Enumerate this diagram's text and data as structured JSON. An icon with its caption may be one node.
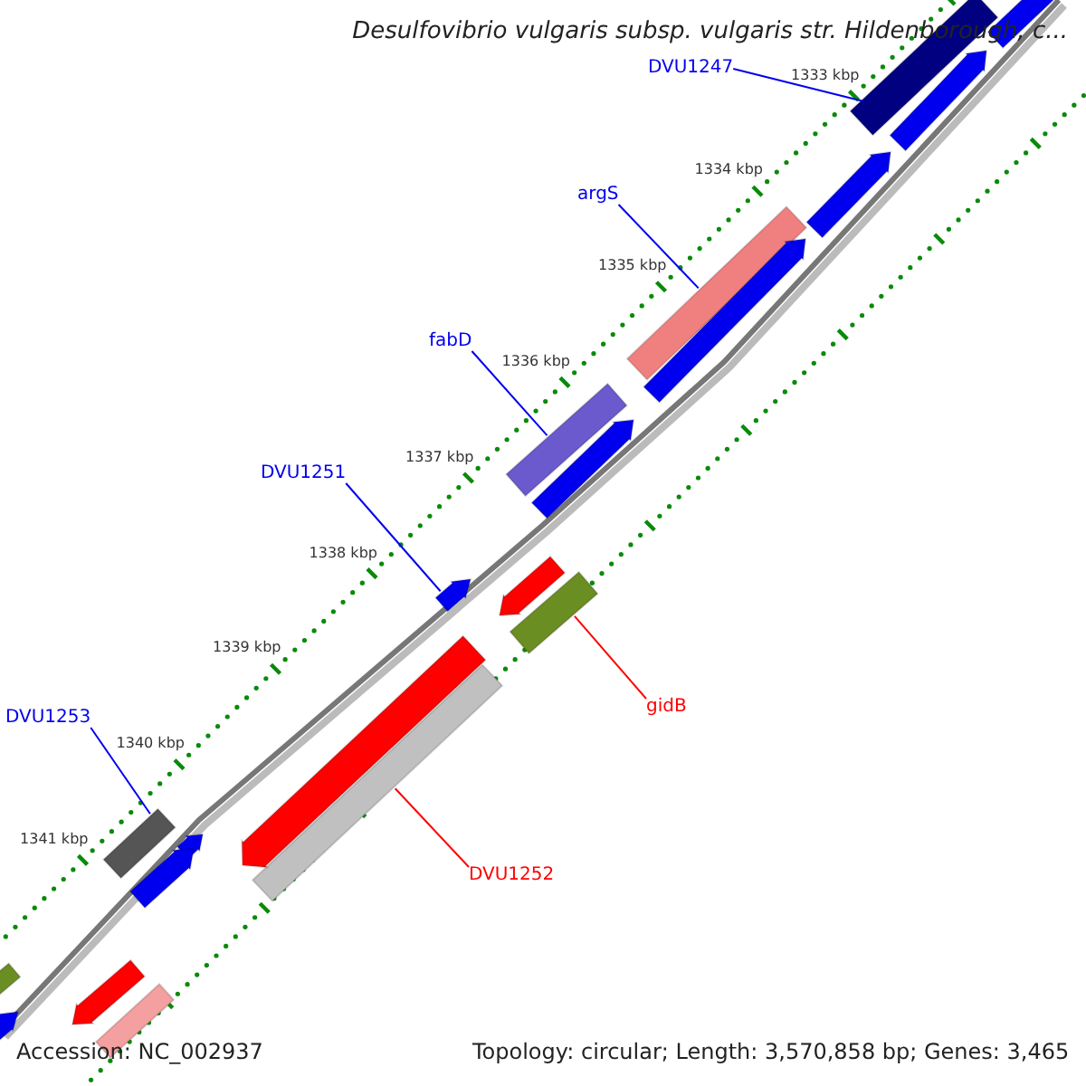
{
  "diagram": {
    "title": "Desulfovibrio vulgaris subsp. vulgaris str. Hildenborough, c...",
    "nodes": [
      {
        "text": [
          "DVU1247"
        ]
      },
      {
        "text": [],
        "shape": "bar"
      },
      {
        "text": [
          "argS"
        ]
      },
      {
        "text": [],
        "shape": "bar"
      },
      {
        "text": [
          "fabD"
        ]
      },
      {
        "text": [],
        "shape": "bar"
      },
      {
        "text": [
          "DVU1251"
        ]
      },
      {
        "text": [],
        "shape": "arrow"
      },
      {
        "text": [
          "gidB"
        ]
      },
      {
        "text": [],
        "shape": "bar"
      },
      {
        "text": [
          "DVU1253"
        ]
      },
      {
        "text": [],
        "shape": "bar"
      },
      {
        "text": [
          "DVU1252"
        ]
      },
      {
        "text": [],
        "shape": "bar"
      },
      {
        "text": [],
        "shape": "arrow"
      },
      {
        "text": [],
        "shape": "arrow"
      },
      {
        "text": [],
        "shape": "arrow"
      },
      {
        "text": [],
        "shape": "arrow"
      },
      {
        "text": [],
        "shape": "arrow"
      },
      {
        "text": [],
        "shape": "arrow"
      },
      {
        "text": [],
        "shape": "arrow"
      },
      {
        "text": [],
        "shape": "arrow"
      },
      {
        "text": [],
        "shape": "arrow"
      },
      {
        "text": [],
        "shape": "bar"
      },
      {
        "text": [],
        "shape": "arrow"
      },
      {
        "text": [],
        "shape": "arrow"
      },
      {
        "text": [],
        "shape": "bar"
      }
    ],
    "edges": [
      {
        "from": 0,
        "to": 1,
        "arrow": "none"
      },
      {
        "from": 2,
        "to": 3,
        "arrow": "none"
      },
      {
        "from": 4,
        "to": 5,
        "arrow": "none"
      },
      {
        "from": 6,
        "to": 7,
        "arrow": "none"
      },
      {
        "from": 8,
        "to": 9,
        "arrow": "none",
        "color": "#ff0000"
      },
      {
        "from": 10,
        "to": 11,
        "arrow": "none"
      },
      {
        "from": 12,
        "to": 13,
        "arrow": "none",
        "color": "#ff0000"
      }
    ],
    "labels": [
      "1333 kbp",
      "1334 kbp",
      "1335 kbp",
      "1336 kbp",
      "1337 kbp",
      "1338 kbp",
      "1339 kbp",
      "1340 kbp",
      "1341 kbp",
      "Accession: NC_002937",
      "Topology: circular; Length: 3,570,858 bp; Genes: 3,465"
    ]
  }
}
